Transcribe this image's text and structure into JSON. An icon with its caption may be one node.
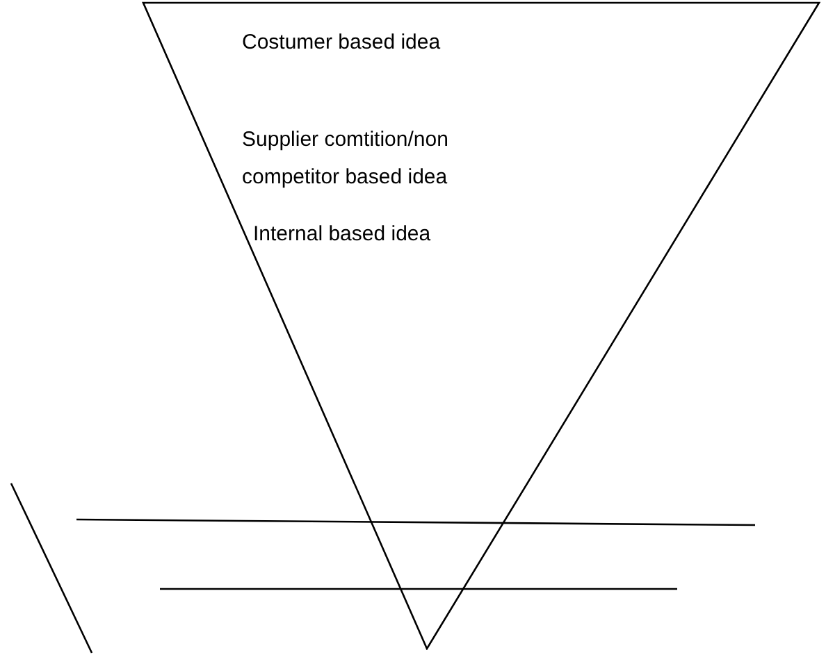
{
  "diagram": {
    "nodes": [
      {
        "text": [
          "Costumer based idea",
          "Supplier comtition/non competitor based idea",
          "Internal based idea"
        ]
      }
    ]
  }
}
